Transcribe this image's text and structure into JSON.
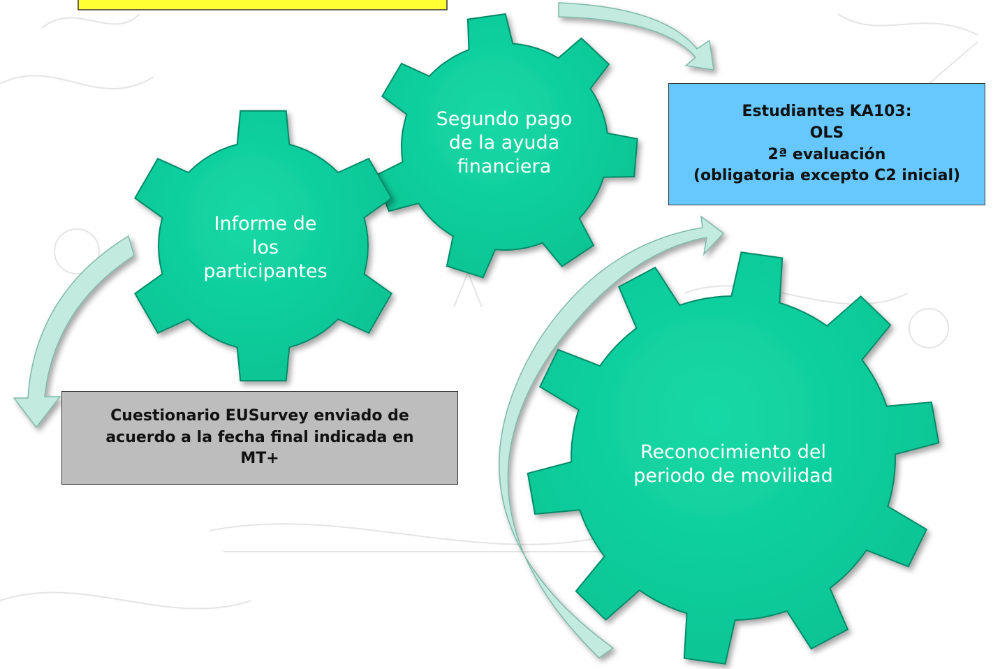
{
  "colors": {
    "gear_fill": "#0ccf9c",
    "gear_edge": "#058a67",
    "arrow": "#bfe7da",
    "yellow_box": "#ffff33",
    "blue_box": "#66c8ff",
    "gray_box": "#bdbdbd"
  },
  "gears": [
    {
      "id": "segundo-pago",
      "label": "Segundo pago\nde la ayuda\nfinanciera"
    },
    {
      "id": "informe",
      "label": "Informe de\nlos\nparticipantes"
    },
    {
      "id": "reconocimiento",
      "label": "Reconocimiento del\nperiodo de movilidad"
    }
  ],
  "boxes": {
    "ols": {
      "text": "Estudiantes KA103:\nOLS\n2ª evaluación\n(obligatoria excepto C2 inicial)"
    },
    "eusurvey": {
      "text": "Cuestionario EUSurvey enviado de\nacuerdo a la fecha final indicada en\nMT+"
    },
    "top_yellow": {
      "text": ""
    }
  }
}
